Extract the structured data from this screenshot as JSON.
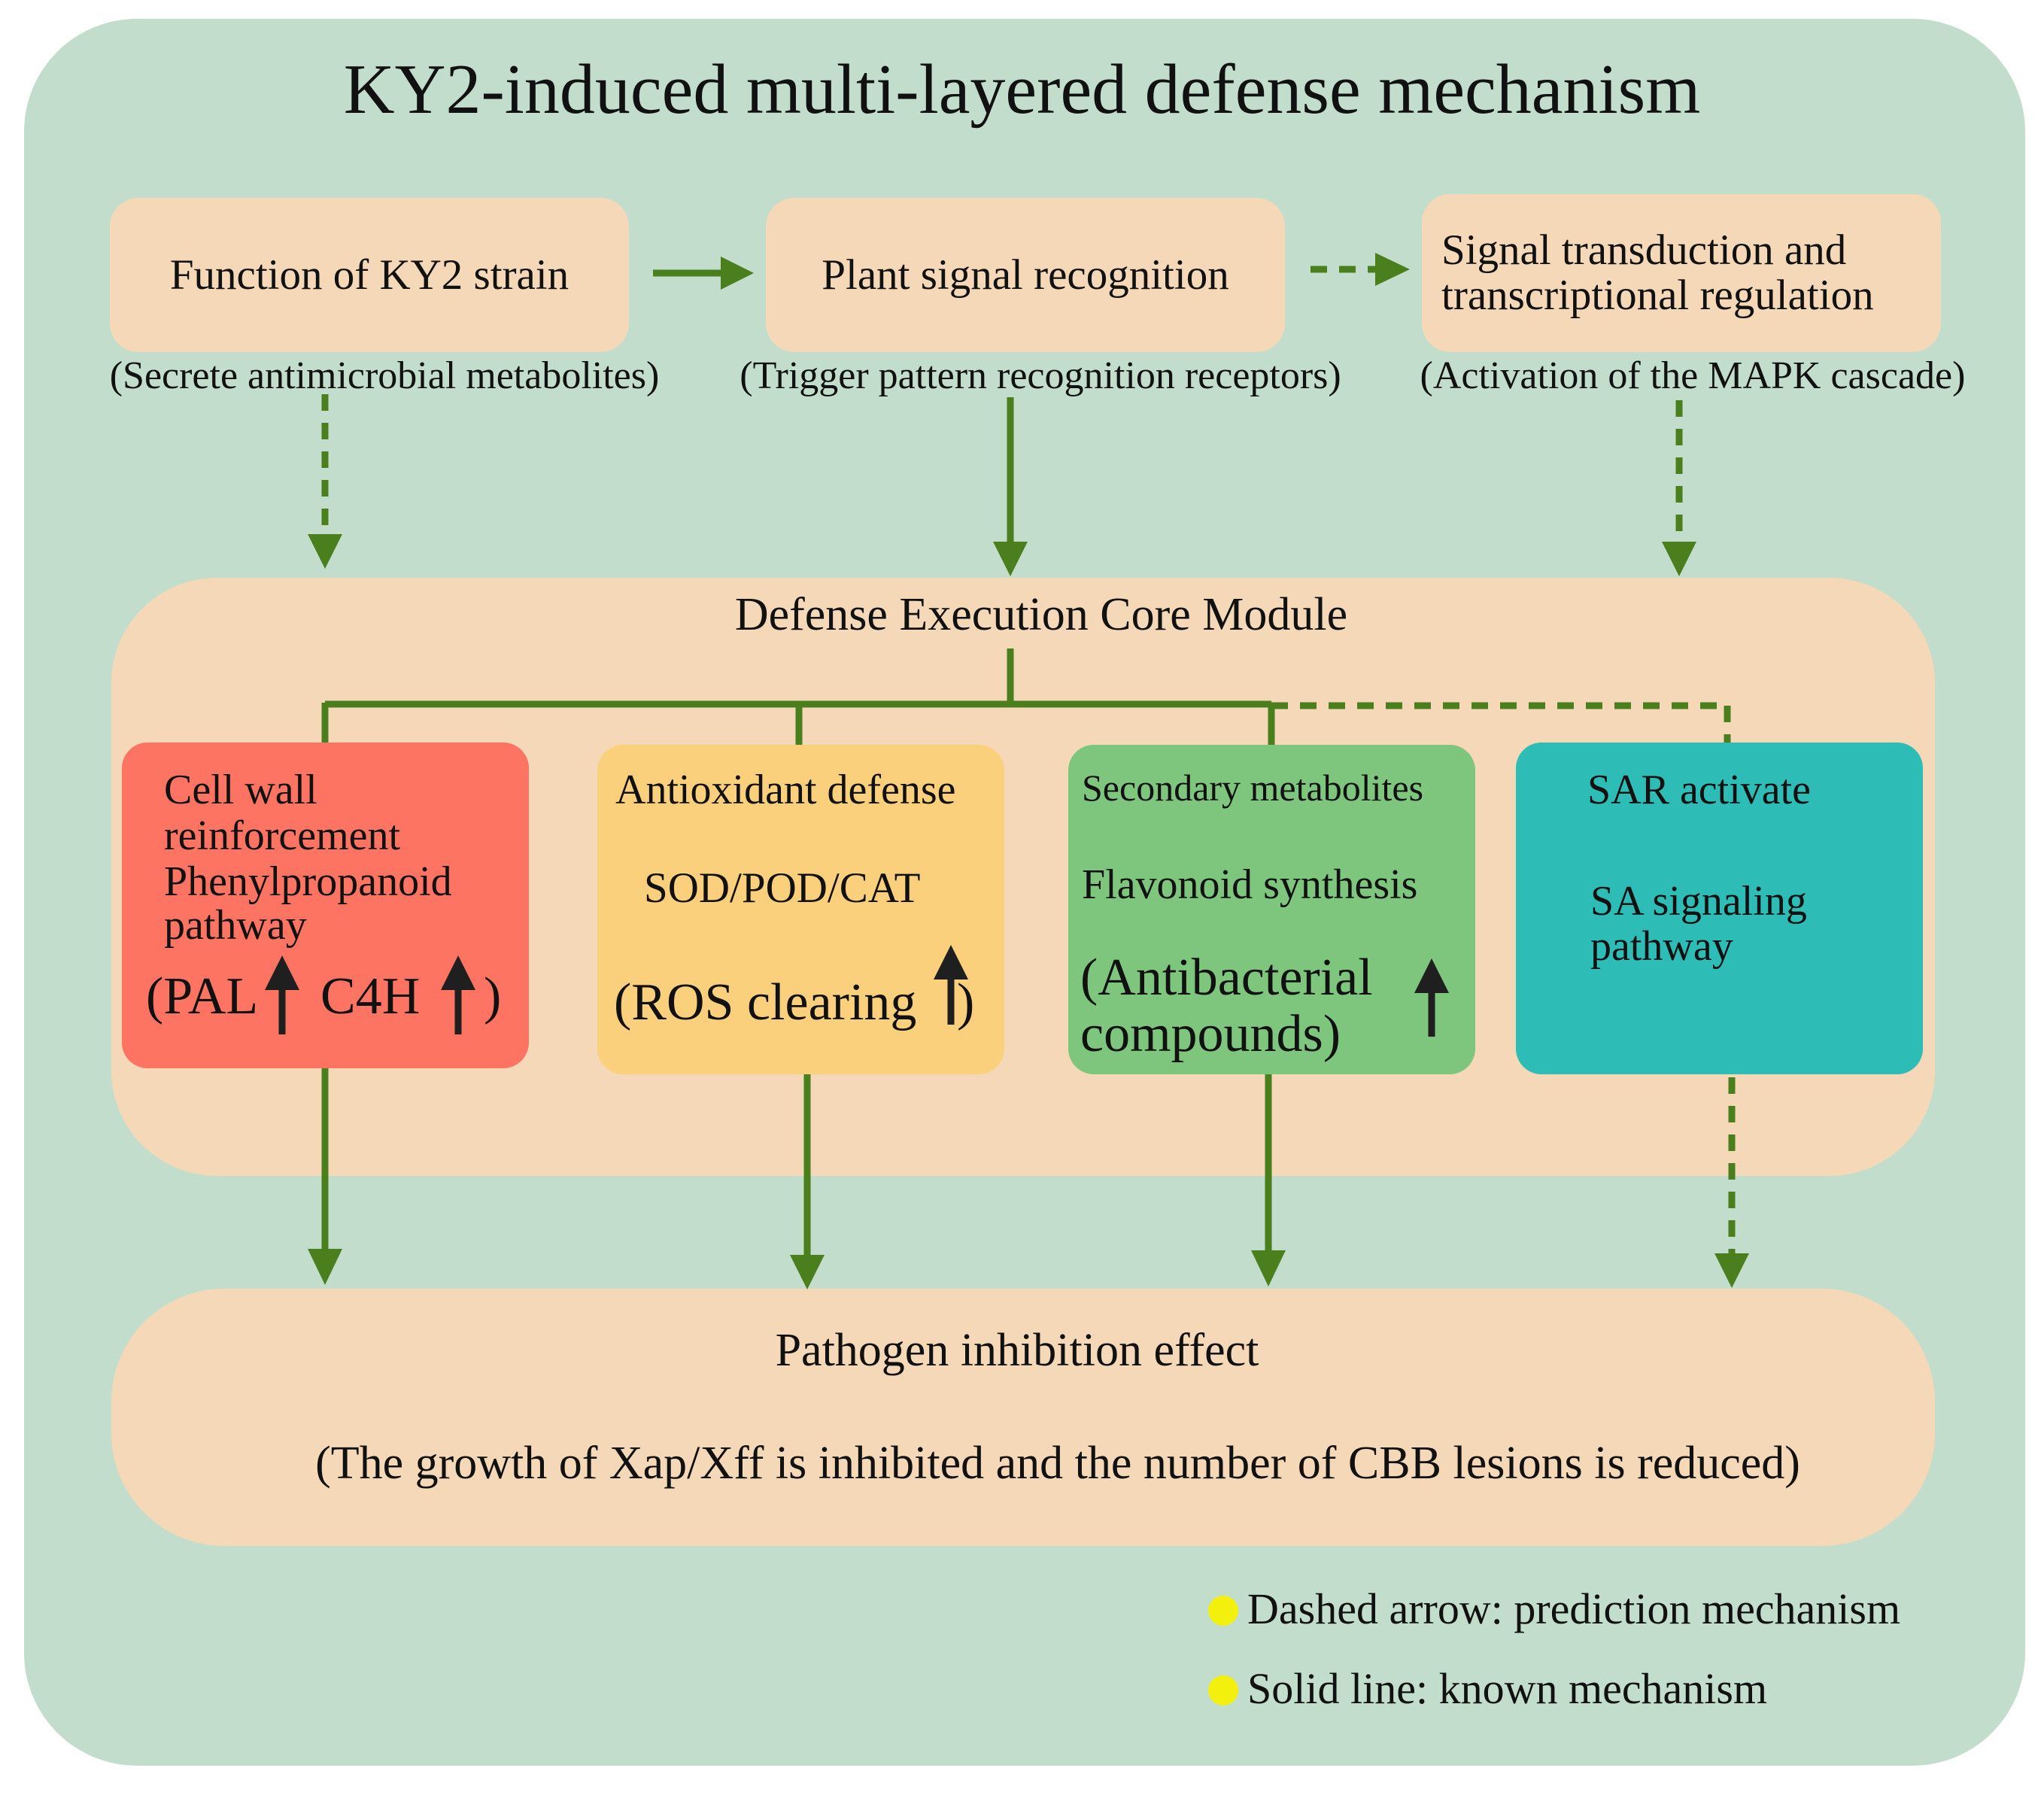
{
  "title": "KY2-induced multi-layered defense mechanism",
  "colors": {
    "background": "#c2ddcb",
    "box": "#f5d8b8",
    "arrow": "#4b7f1e",
    "cell_wall": "#fd7562",
    "antioxidant": "#fbd07c",
    "secondary": "#7ec57d",
    "sar": "#2dbdb6",
    "legend_dot": "#f4f00e"
  },
  "stages": [
    {
      "label": "Function of KY2 strain",
      "sub": "(Secrete antimicrobial metabolites)"
    },
    {
      "label": "Plant signal recognition",
      "sub": "(Trigger pattern recognition receptors)"
    },
    {
      "label_line1": "Signal transduction and",
      "label_line2": "transcriptional regulation",
      "sub": "(Activation of the MAPK cascade)"
    }
  ],
  "core": {
    "label": "Defense Execution Core Module",
    "cards": [
      {
        "line1": "Cell wall",
        "line2": "reinforcement",
        "line3": "Phenylpropanoid",
        "line4": "pathway",
        "line5": "(PAL",
        "line6": "C4H",
        "line7": ")"
      },
      {
        "line1": "Antioxidant defense",
        "line2": "SOD/POD/CAT",
        "line3": "(ROS clearing",
        "line4": ")"
      },
      {
        "line1": "Secondary metabolites",
        "line2": "Flavonoid synthesis",
        "line3": "(Antibacterial",
        "line4": "compounds)"
      },
      {
        "line1": "SAR activate",
        "line2": "SA signaling",
        "line3": "pathway"
      }
    ]
  },
  "effect": {
    "label": "Pathogen inhibition effect",
    "detail": "(The growth of Xap/Xff is inhibited and the number of CBB lesions is reduced)"
  },
  "legend": [
    {
      "label": "Dashed arrow: prediction mechanism"
    },
    {
      "label": "Solid line: known mechanism"
    }
  ]
}
